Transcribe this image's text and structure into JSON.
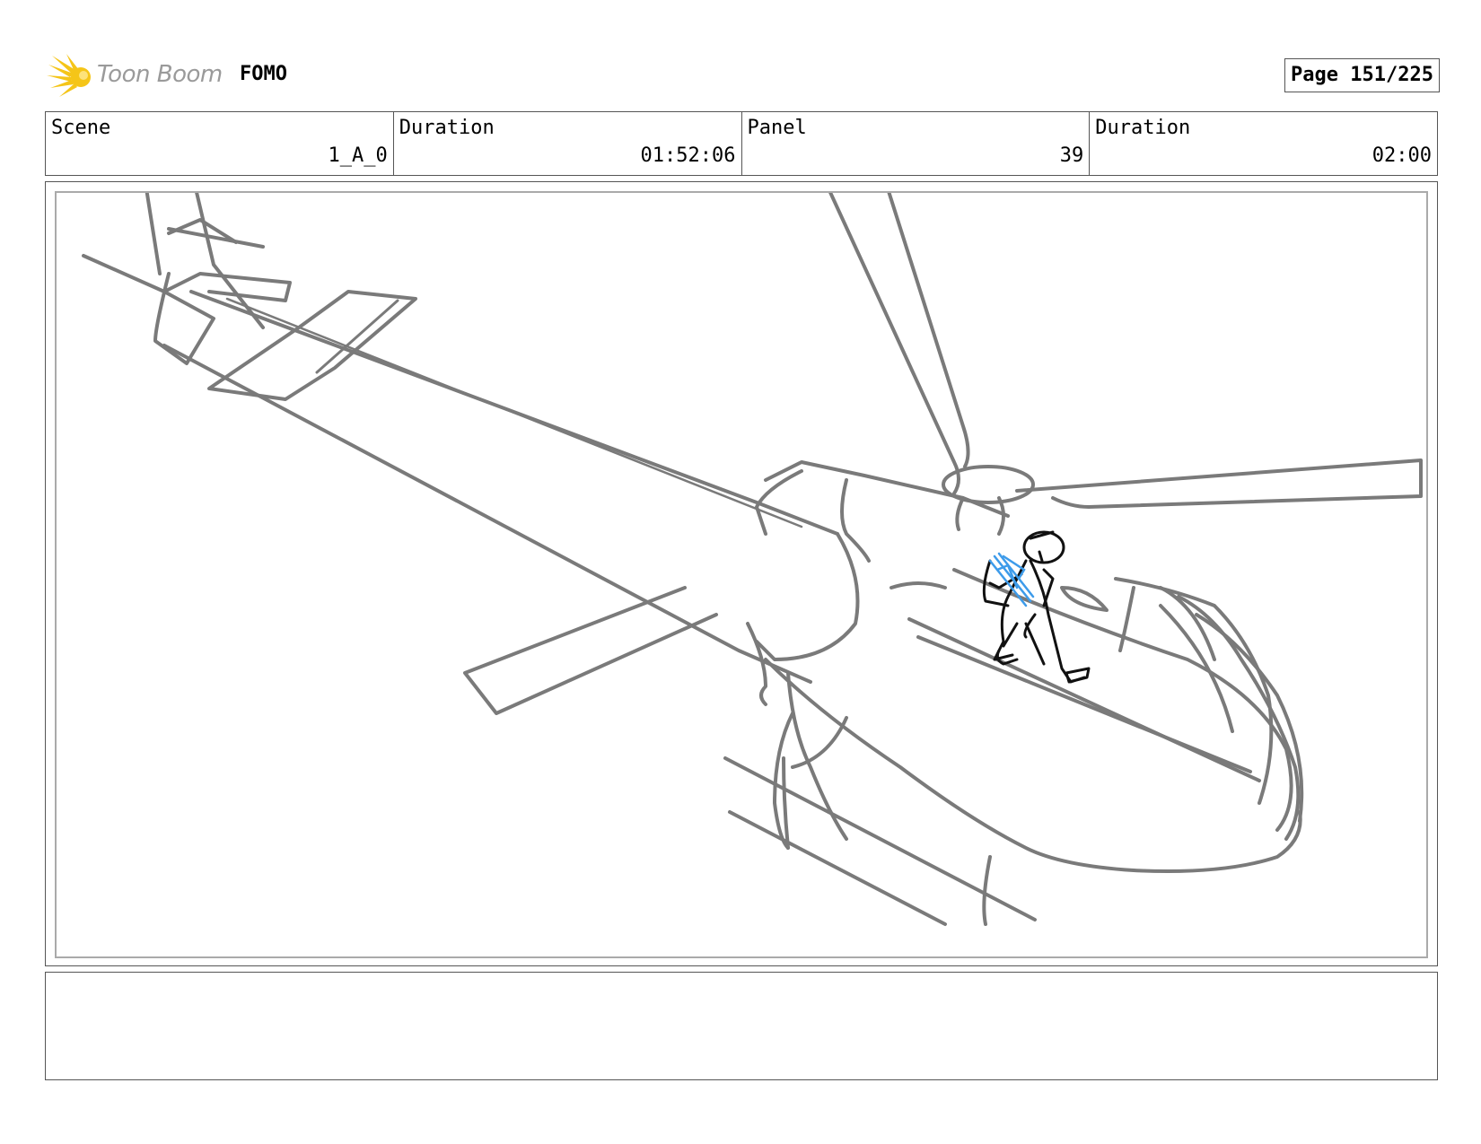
{
  "header": {
    "logo_text": "Toon Boom",
    "project_title": "FOMO",
    "page_label": "Page 151/225"
  },
  "info": [
    {
      "label": "Scene",
      "value": "1_A_0"
    },
    {
      "label": "Duration",
      "value": "01:52:06"
    },
    {
      "label": "Panel",
      "value": "39"
    },
    {
      "label": "Duration",
      "value": "02:00"
    }
  ],
  "panel": {
    "drawing": "helicopter-sketch",
    "stroke_color": "#7a7a7a",
    "figure_color": "#111111",
    "accent_color": "#3d9bea"
  },
  "colors": {
    "logo_star": "#f5c518",
    "logo_text": "#9a9a9a",
    "border": "#555555"
  },
  "notes": {
    "text": ""
  }
}
